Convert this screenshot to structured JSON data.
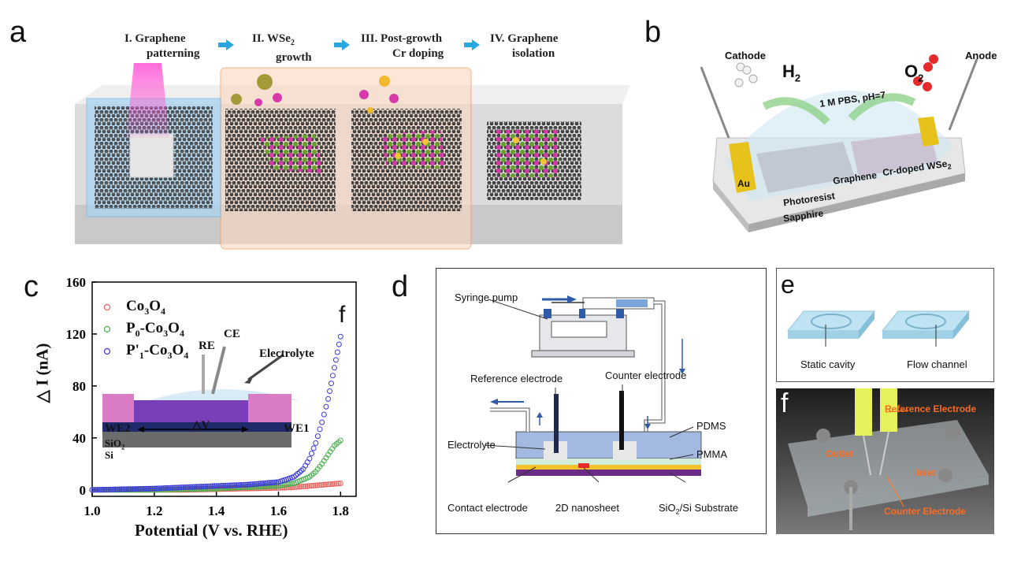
{
  "panels": {
    "a": {
      "letter": "a",
      "steps": [
        {
          "line1": "I.  Graphene",
          "line2": "patterning"
        },
        {
          "line1": "II.  WSe",
          "sub": "2",
          "line2": "growth"
        },
        {
          "line1": "III. Post-growth",
          "line2": "Cr doping"
        },
        {
          "line1": "IV. Graphene",
          "line2": "isolation"
        }
      ]
    },
    "b": {
      "letter": "b",
      "cathode": "Cathode",
      "anode": "Anode",
      "h2": "H",
      "h2_sub": "2",
      "o2": "O",
      "o2_sub": "2",
      "pbs": "1 M PBS, pH=7",
      "au": "Au",
      "graphene": "Graphene",
      "crdoped": "Cr-doped WSe",
      "crdoped_sub": "2",
      "photoresist": "Photoresist",
      "sapphire": "Sapphire"
    },
    "c": {
      "letter": "c",
      "inset_letter": "f",
      "inset": {
        "re": "RE",
        "ce": "CE",
        "electrolyte": "Electrolyte",
        "we2": "WE2",
        "we1": "WE1",
        "dv": "△V",
        "sio2": "SiO",
        "sio2_sub": "2",
        "si": "Si"
      }
    },
    "d": {
      "letter": "d",
      "syringe": "Syringe pump",
      "ref": "Reference electrode",
      "counter": "Counter electrode",
      "electrolyte": "Electrolyte",
      "pdms": "PDMS",
      "pmma": "PMMA",
      "contact": "Contact electrode",
      "nanosheet": "2D nanosheet",
      "substrate": "SiO",
      "substrate_sub": "2",
      "substrate_rest": "/Si Substrate"
    },
    "e": {
      "letter": "e",
      "static": "Static cavity",
      "flow": "Flow channel"
    },
    "f": {
      "letter": "f",
      "ref": "Reference Electrode",
      "outlet": "Outlet",
      "inlet": "Inlet",
      "counter": "Counter Electrode"
    }
  },
  "chart_data": {
    "type": "scatter",
    "xlabel": "Potential (V vs. RHE)",
    "ylabel": "△ I (nA)",
    "xlim": [
      1.0,
      1.85
    ],
    "ylim": [
      -5,
      160
    ],
    "xticks": [
      "1.0",
      "1.2",
      "1.4",
      "1.6",
      "1.8"
    ],
    "yticks": [
      "0",
      "40",
      "80",
      "120",
      "160"
    ],
    "legend_position": "top-left",
    "colors": [
      "#e8605a",
      "#4caf50",
      "#3b3bd6"
    ],
    "series": [
      {
        "name": "Co3O4",
        "label_main": "Co",
        "label_sub1": "3",
        "label_mid": "O",
        "label_sub2": "4",
        "x": [
          1.0,
          1.1,
          1.2,
          1.3,
          1.4,
          1.5,
          1.6,
          1.65,
          1.7,
          1.75,
          1.8
        ],
        "y": [
          0,
          0,
          0,
          0,
          0.5,
          1,
          1.5,
          2,
          3,
          4,
          5
        ]
      },
      {
        "name": "P0-Co3O4",
        "label_main": "P",
        "label_pre_sub": "0",
        "label_rest": "-Co",
        "label_sub1": "3",
        "label_mid": "O",
        "label_sub2": "4",
        "x": [
          1.0,
          1.1,
          1.2,
          1.3,
          1.4,
          1.5,
          1.6,
          1.65,
          1.7,
          1.72,
          1.74,
          1.76,
          1.78,
          1.8
        ],
        "y": [
          0,
          0,
          0,
          0.5,
          1,
          2,
          3,
          5,
          10,
          14,
          20,
          27,
          34,
          38
        ]
      },
      {
        "name": "P'1-Co3O4",
        "label_main": "P'",
        "label_pre_sub": "1",
        "label_rest": "-Co",
        "label_sub1": "3",
        "label_mid": "O",
        "label_sub2": "4",
        "x": [
          1.0,
          1.1,
          1.2,
          1.3,
          1.4,
          1.5,
          1.6,
          1.65,
          1.68,
          1.7,
          1.72,
          1.74,
          1.76,
          1.77,
          1.78,
          1.79,
          1.8
        ],
        "y": [
          0,
          0.5,
          1,
          2,
          3,
          4,
          6,
          10,
          16,
          24,
          36,
          52,
          70,
          82,
          94,
          106,
          118
        ]
      }
    ]
  }
}
